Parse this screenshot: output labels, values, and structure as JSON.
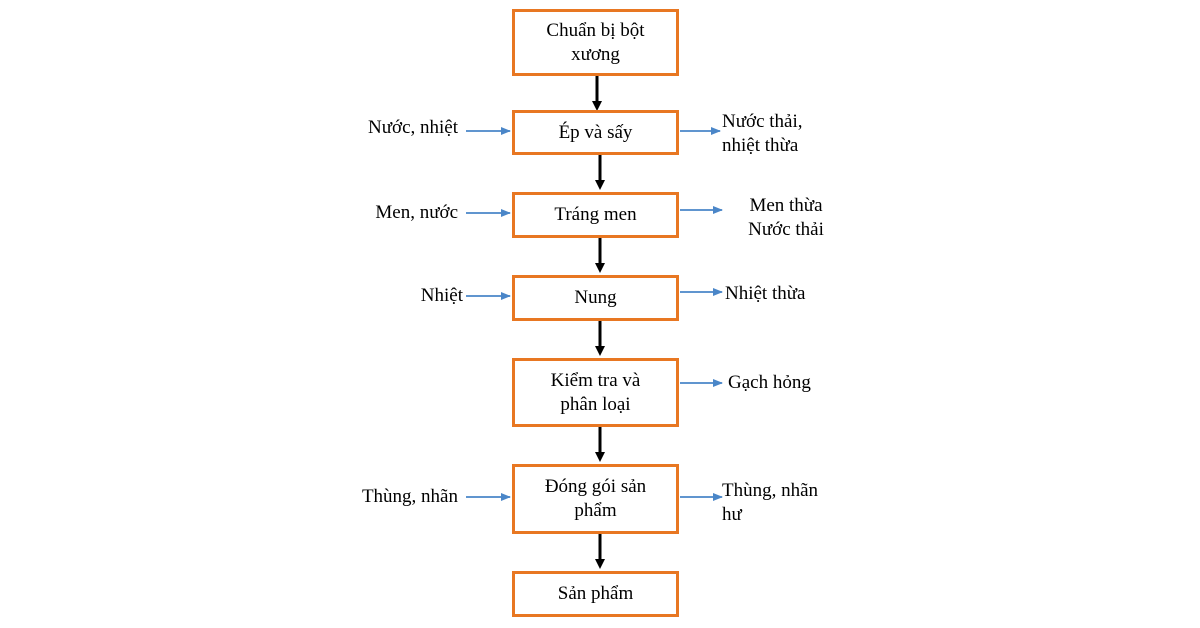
{
  "steps": [
    "Chuẩn bị bột xương",
    "Ép và sấy",
    "Tráng men",
    "Nung",
    "Kiểm tra và phân loại",
    "Đóng gói sản phẩm",
    "Sản phẩm"
  ],
  "inputs": [
    "Nước, nhiệt",
    "Men, nước",
    "Nhiệt",
    "Thùng, nhãn"
  ],
  "outputs": [
    "Nước thải, nhiệt thừa",
    "Men thừa Nước thải",
    "Nhiệt thừa",
    "Gạch hỏng",
    "Thùng, nhãn hư"
  ],
  "colors": {
    "box_border": "#e87722",
    "main_arrow": "#000000",
    "side_arrow": "#4a86c8"
  }
}
